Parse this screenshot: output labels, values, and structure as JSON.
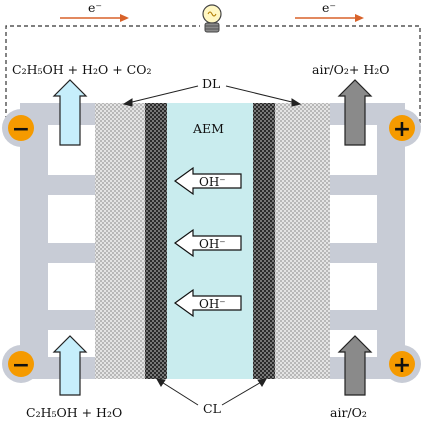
{
  "labels": {
    "electron_left": "e⁻",
    "electron_right": "e⁻",
    "anode_outlet": "C₂H₅OH + H₂O + CO₂",
    "cathode_outlet": "air/O₂+ H₂O",
    "anode_inlet": "C₂H₅OH + H₂O",
    "cathode_inlet": "air/O₂",
    "diffusion_layer": "DL",
    "catalyst_layer": "CL",
    "membrane": "AEM"
  },
  "hydroxide_arrows": [
    "OH⁻",
    "OH⁻",
    "OH⁻"
  ],
  "terminals": {
    "anode_symbol": "−",
    "cathode_symbol": "+"
  },
  "colors": {
    "frame": "#c8ccd6",
    "terminal": "#c8ccd6",
    "membrane": "#c9ecee",
    "diffusion_layer": "#d2d2d2",
    "catalyst_layer": "#4a4a4a",
    "inlet_arrow_fill": "#c6eefb",
    "outlet_arrow_fill": "#8a8a8a",
    "electron_arrow": "#d8622a"
  }
}
